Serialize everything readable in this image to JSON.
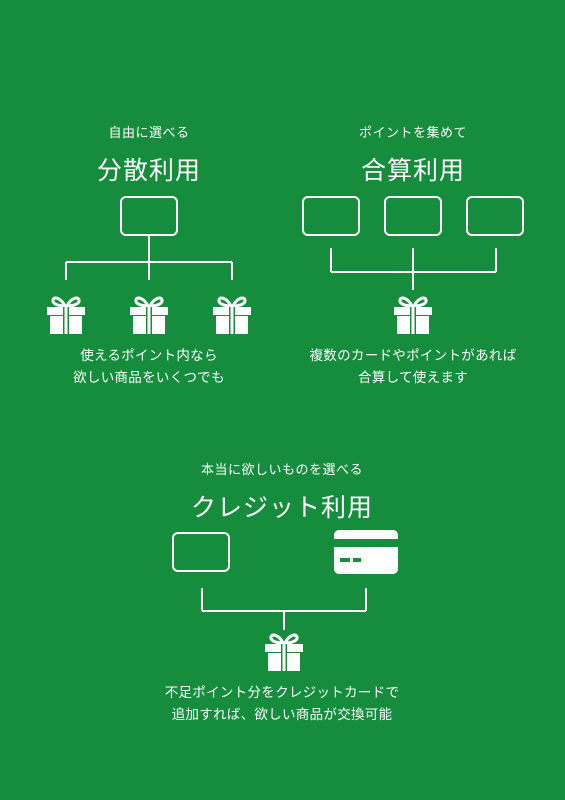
{
  "bunsan": {
    "subtitle": "自由に選べる",
    "title": "分散利用",
    "desc_lines": [
      "使えるポイント内なら",
      "欲しい商品をいくつでも"
    ]
  },
  "gassan": {
    "subtitle": "ポイントを集めて",
    "title": "合算利用",
    "desc_lines": [
      "複数のカードやポイントがあれば",
      "合算して使えます"
    ]
  },
  "credit": {
    "subtitle": "本当に欲しいものを選べる",
    "title": "クレジット利用",
    "desc_lines": [
      "不足ポイント分をクレジットカードで",
      "追加すれば、欲しい商品が交換可能"
    ]
  },
  "colors": {
    "background": "#158d3d",
    "foreground": "#ffffff"
  },
  "icons": [
    "gift-icon",
    "credit-card-icon",
    "point-card-icon"
  ]
}
